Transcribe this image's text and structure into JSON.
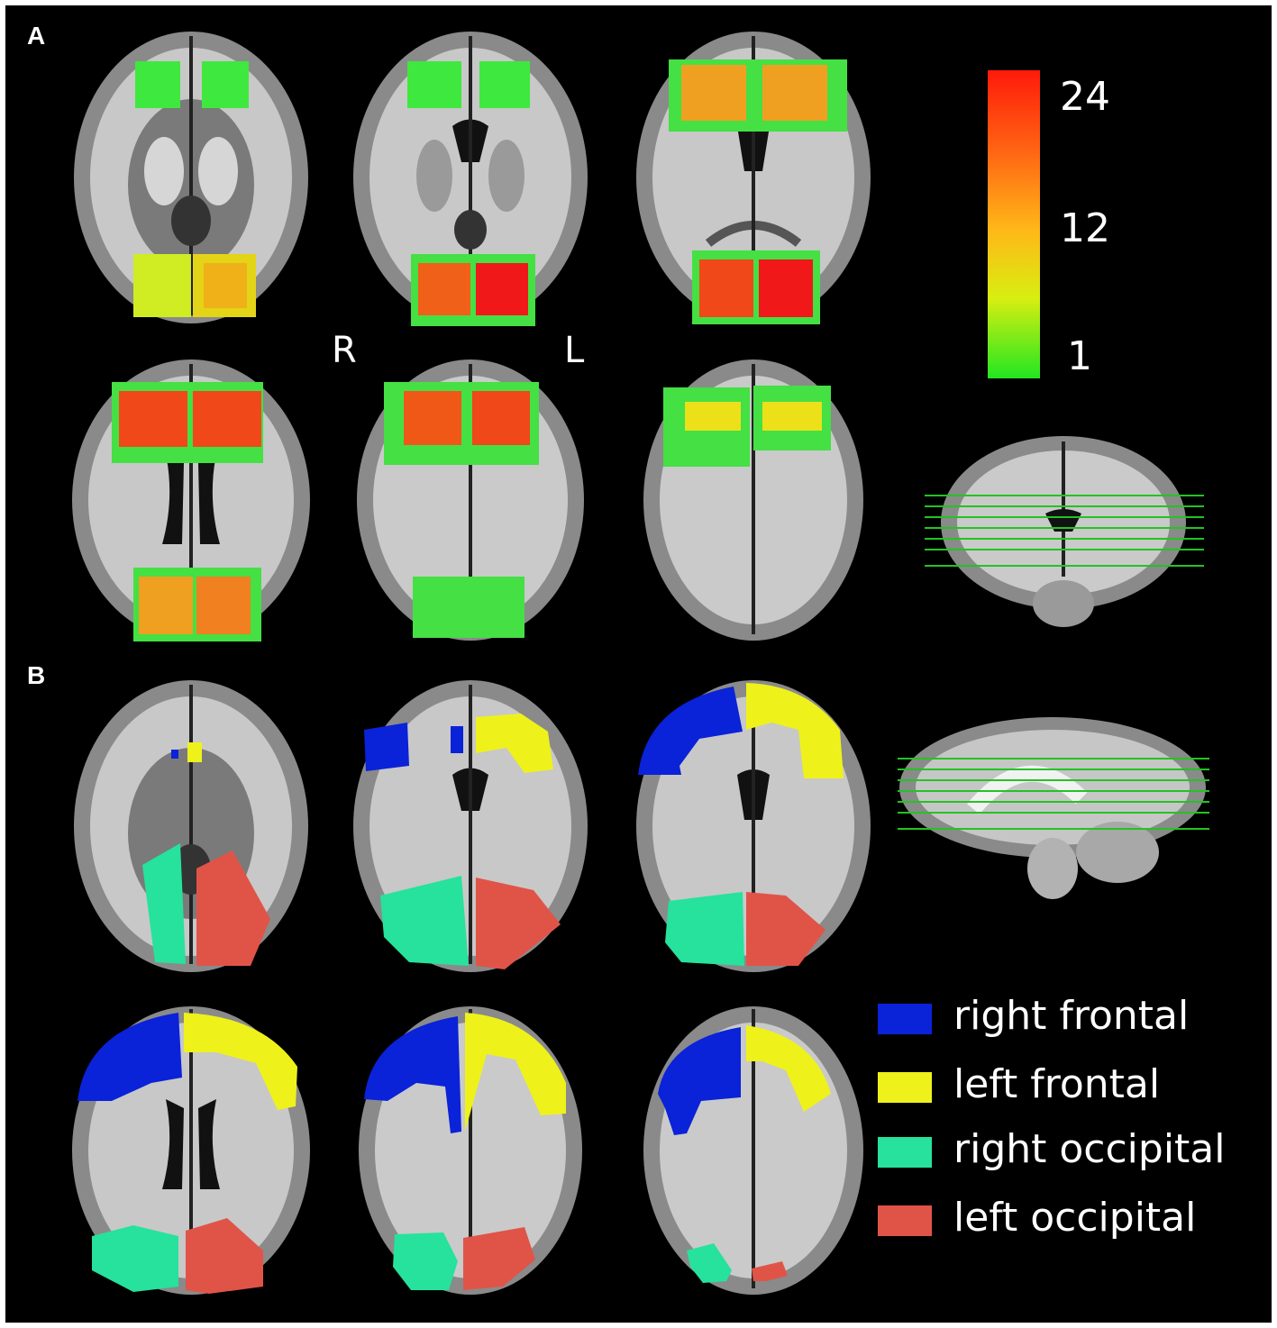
{
  "panels": [
    {
      "label": "A"
    },
    {
      "label": "B"
    }
  ],
  "orientation": {
    "right": "R",
    "left": "L"
  },
  "colorbar": {
    "max_label": "24",
    "mid_label": "12",
    "min_label": "1"
  },
  "legend": [
    {
      "label": "right frontal",
      "color": "#0a22d8"
    },
    {
      "label": "left frontal",
      "color": "#eef21a"
    },
    {
      "label": "right occipital",
      "color": "#26e29c"
    },
    {
      "label": "left occipital",
      "color": "#e05448"
    }
  ],
  "colors": {
    "background": "#000000",
    "slice_line": "#22c422",
    "heat_low": "#22e622",
    "heat_high": "#ff1a0a"
  }
}
